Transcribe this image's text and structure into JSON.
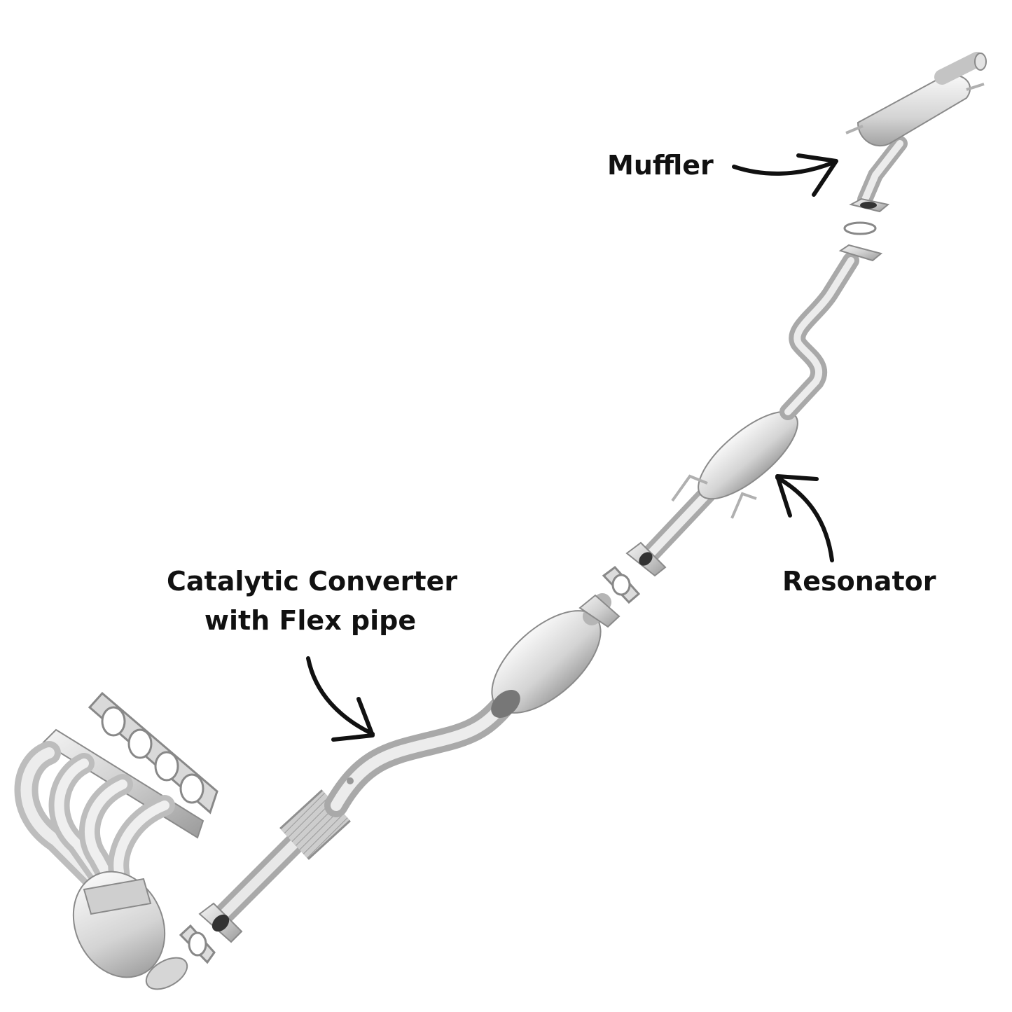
{
  "labels": {
    "muffler": "Muffler",
    "resonator": "Resonator",
    "catalytic_line1": "Catalytic Converter",
    "catalytic_line2": "with Flex pipe"
  },
  "colors": {
    "metal_light": "#e6e6e6",
    "metal_mid": "#c4c4c4",
    "metal_dark": "#8f8f8f",
    "arrow": "#111111",
    "text": "#111111",
    "background": "#ffffff"
  }
}
